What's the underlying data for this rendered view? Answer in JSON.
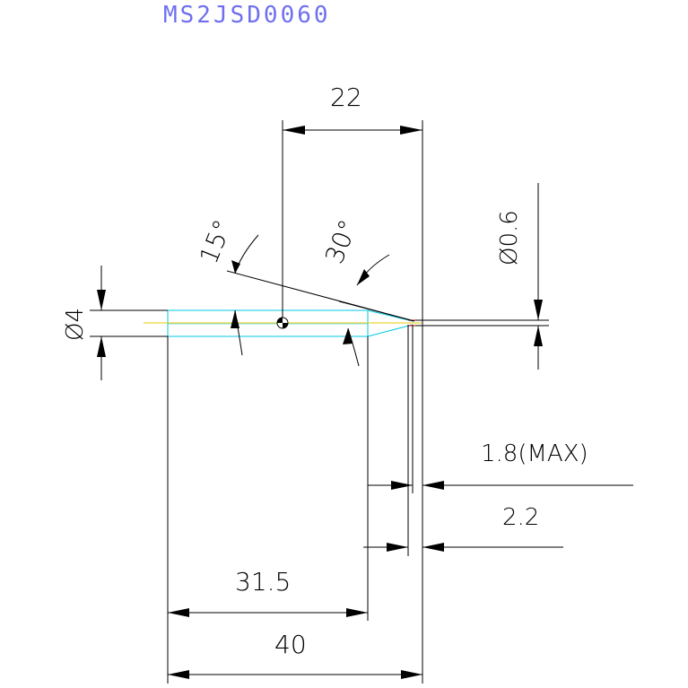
{
  "title": "MS2JSD0060",
  "dimensions": {
    "d22": "22",
    "dia06": "Ø0.6",
    "angle15": "15°",
    "angle30": "30°",
    "dia4": "Ø4",
    "d18max": "1.8(MAX)",
    "d22b": "2.2",
    "d315": "31.5",
    "d40": "40"
  },
  "colors": {
    "title": "#6f6ff0",
    "tool_outline": "#00c8e0",
    "centerline": "#e8c800",
    "tip": "#e00000",
    "lines": "#000000"
  }
}
